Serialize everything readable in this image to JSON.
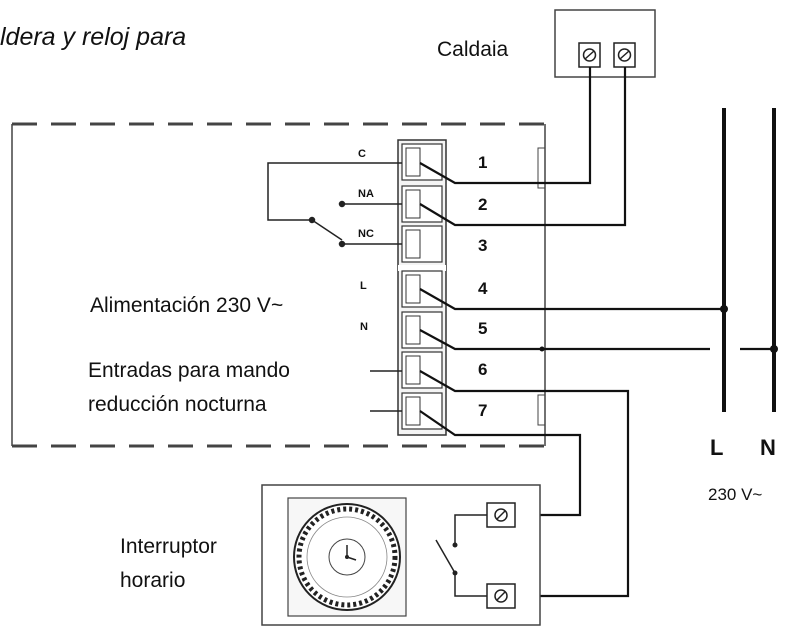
{
  "title_fragment": "ldera  y  reloj  para",
  "boiler": {
    "label": "Caldaia"
  },
  "relay_contacts": [
    "C",
    "NA",
    "NC"
  ],
  "power_terms": [
    "L",
    "N"
  ],
  "terminals": [
    "1",
    "2",
    "3",
    "4",
    "5",
    "6",
    "7"
  ],
  "labels": {
    "power_supply": "Alimentación 230 V~",
    "inputs_line1": "Entradas para mando",
    "inputs_line2": "reducción nocturna",
    "switch_line1": "Interruptor",
    "switch_line2": "horario"
  },
  "mains": {
    "line_label": "L",
    "neutral_label": "N",
    "voltage": "230 V~"
  },
  "icons": [
    "screw-terminal-icon",
    "relay-switch-icon",
    "clock-dial-icon",
    "timer-switch-icon"
  ]
}
